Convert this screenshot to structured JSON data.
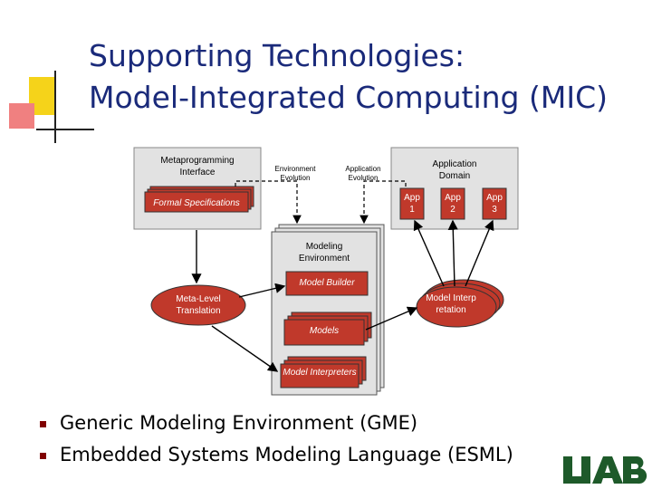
{
  "title": {
    "line1": "Supporting Technologies:",
    "line2": "Model-Integrated Computing (MIC)"
  },
  "diagram": {
    "metaprogramming_interface": "Metaprogramming Interface",
    "formal_specifications": "Formal Specifications",
    "environment_evolution": "Environment Evolution",
    "application_evolution": "Application Evolution",
    "application_domain": "Application Domain",
    "apps": [
      "App 1",
      "App 2",
      "App 3"
    ],
    "modeling_environment": "Modeling Environment",
    "model_builder": "Model Builder",
    "meta_level_translation": "Meta-Level Translation",
    "model_interpretation": "Model Interpretation",
    "models": "Models",
    "model_interpreters": "Model Interpreters"
  },
  "bullets": [
    "Generic Modeling Environment (GME)",
    "Embedded Systems Modeling Language (ESML)"
  ],
  "logo": "UAB",
  "colors": {
    "title": "#1a2a7a",
    "red_box": "#c0392b",
    "logo": "#1e5a2a",
    "bullet": "#800000",
    "deco_yellow": "#f5d31a",
    "deco_pink": "#f08080"
  }
}
